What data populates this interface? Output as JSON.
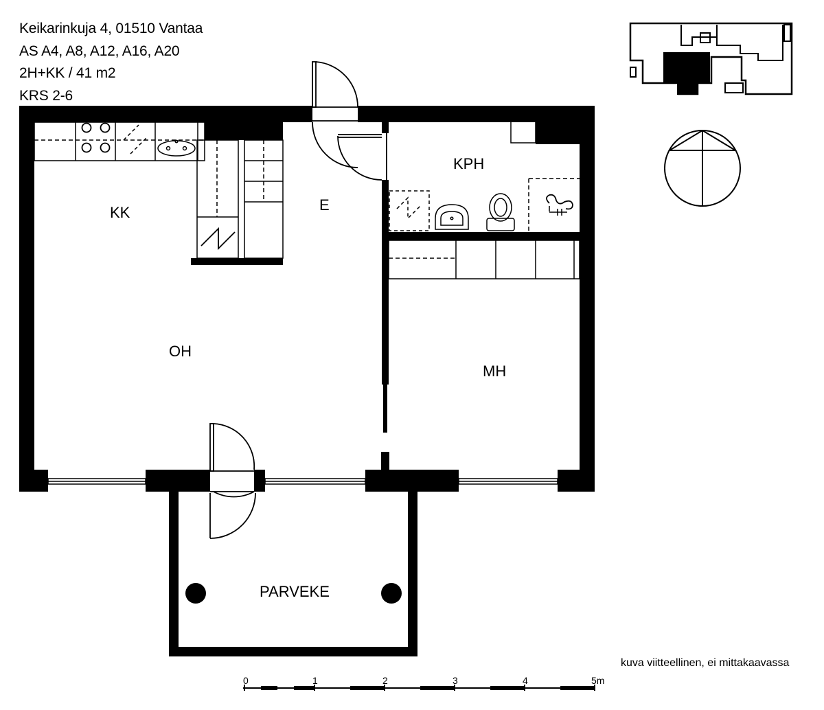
{
  "header": {
    "address": "Keikarinkuja 4, 01510 Vantaa",
    "apartments": "AS A4, A8, A12, A16, A20",
    "type_size": "2H+KK / 41 m2",
    "floors": "KRS 2-6"
  },
  "rooms": {
    "kitchen": "KK",
    "entrance": "E",
    "bathroom": "KPH",
    "living_room": "OH",
    "bedroom": "MH",
    "balcony": "PARVEKE"
  },
  "scale_bar": {
    "ticks": [
      "0",
      "1",
      "2",
      "3",
      "4",
      "5m"
    ]
  },
  "disclaimer": "kuva viitteellinen, ei mittakaavassa"
}
